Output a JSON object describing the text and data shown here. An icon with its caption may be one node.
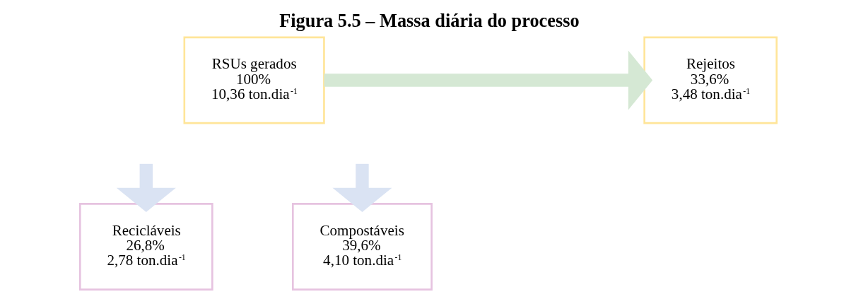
{
  "diagram": {
    "title": "Figura 5.5 – Massa diária do processo",
    "nodes": [
      {
        "text": [
          "RSUs gerados",
          "100%",
          "10,36 ton.dia$^{-1}$"
        ]
      },
      {
        "text": [
          "Recicláveis",
          "26,8%",
          "2,78 ton.dia$^{-1}$"
        ]
      },
      {
        "text": [
          "Compostáveis",
          "39,6%",
          "4,10 ton.dia$^{-1}$"
        ]
      },
      {
        "text": [
          "Rejeitos",
          "33,6%",
          "3,48 ton.dia$^{-1}$"
        ]
      }
    ],
    "edges": [
      {
        "from": 0,
        "to": 3,
        "arrow": "to",
        "color": "#d5e8d4"
      },
      {
        "from": null,
        "to": 1,
        "arrow": "to",
        "color": "#dae3f3"
      },
      {
        "from": null,
        "to": 2,
        "arrow": "to",
        "color": "#dae3f3"
      }
    ]
  }
}
